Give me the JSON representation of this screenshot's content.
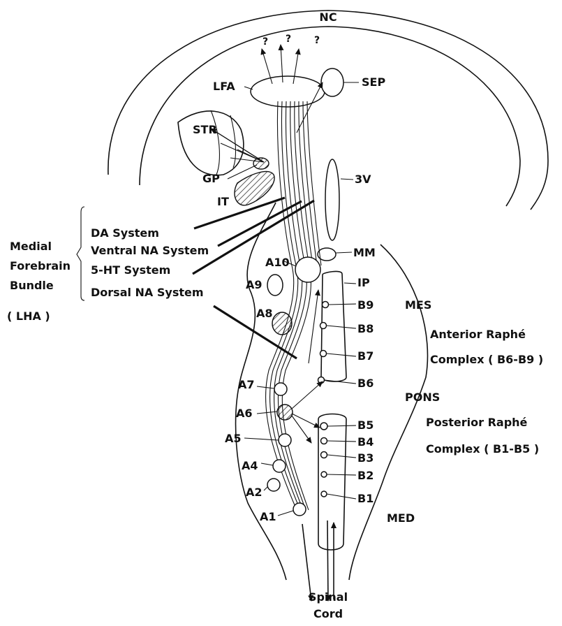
{
  "labels": {
    "nc": "NC",
    "q1": "?",
    "q2": "?",
    "q3": "?",
    "lfa": "LFA",
    "sep": "SEP",
    "str": "STR",
    "gp": "GP",
    "it": "IT",
    "v3": "3V",
    "mm": "MM",
    "mfb_line1": "Medial",
    "mfb_line2": "Forebrain",
    "mfb_line3": "Bundle",
    "lha": "( LHA )",
    "da": "DA System",
    "vna": "Ventral NA System",
    "ht": "5-HT System",
    "dna": "Dorsal NA System",
    "a10": "A10",
    "a9": "A9",
    "a8": "A8",
    "a7": "A7",
    "a6": "A6",
    "a5": "A5",
    "a4": "A4",
    "a2": "A2",
    "a1": "A1",
    "ip": "IP",
    "b9": "B9",
    "b8": "B8",
    "b7": "B7",
    "b6": "B6",
    "b5": "B5",
    "b4": "B4",
    "b3": "B3",
    "b2": "B2",
    "b1": "B1",
    "mes": "MES",
    "ant1": "Anterior Raphé",
    "ant2": "Complex ( B6-B9 )",
    "pons": "PONS",
    "post1": "Posterior Raphé",
    "post2": "Complex ( B1-B5 )",
    "med": "MED",
    "spinal1": "Spinal",
    "spinal2": "Cord"
  }
}
